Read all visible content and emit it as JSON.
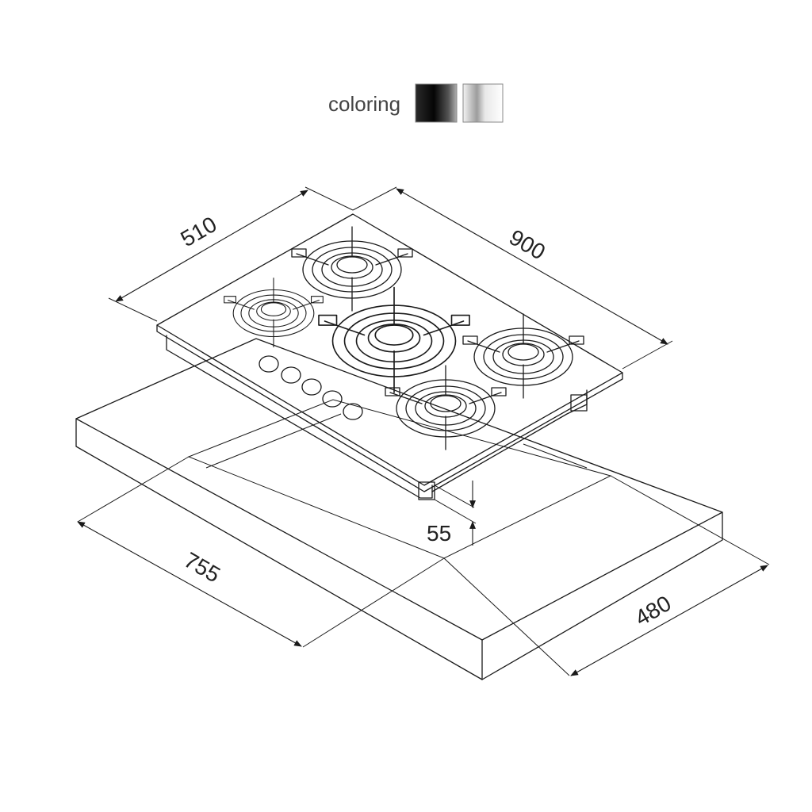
{
  "legend": {
    "label": "coloring",
    "swatches": [
      {
        "name": "black",
        "colors": [
          "#2a2a2a",
          "#050505",
          "#9a9a9a"
        ]
      },
      {
        "name": "white",
        "colors": [
          "#f2f2f2",
          "#9c9c9c",
          "#ffffff"
        ]
      }
    ]
  },
  "dimensions": {
    "depth": "510",
    "width": "900",
    "cutout_width": "755",
    "cutout_depth": "480",
    "height": "55"
  },
  "hob": {
    "burner_count": 5,
    "knob_count": 5,
    "burners": [
      {
        "id": "rear-center",
        "size": "medium"
      },
      {
        "id": "left",
        "size": "small"
      },
      {
        "id": "center",
        "size": "wok"
      },
      {
        "id": "right",
        "size": "medium"
      },
      {
        "id": "front",
        "size": "medium"
      }
    ]
  },
  "colors": {
    "stroke": "#1a1a1a",
    "text": "#222222"
  }
}
